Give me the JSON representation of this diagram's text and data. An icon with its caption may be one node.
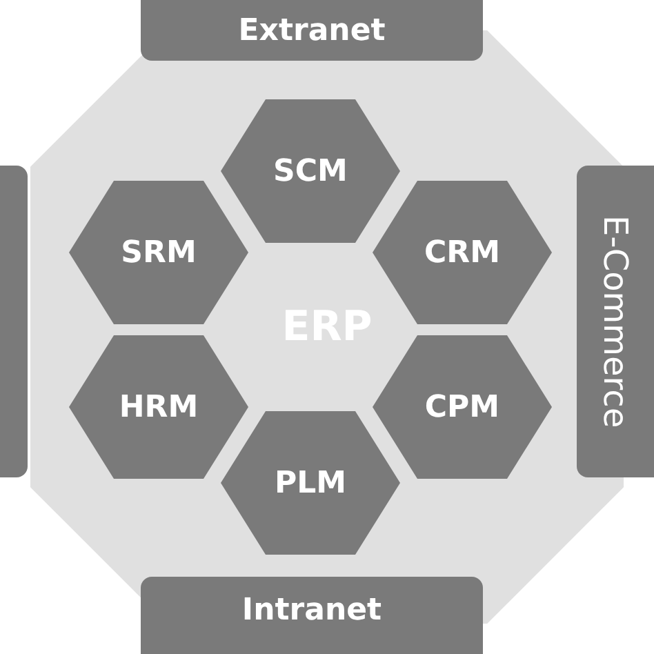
{
  "diagram": {
    "nodes": [
      {
        "text": [
          "Extranet"
        ]
      },
      {
        "text": [
          "ERP"
        ]
      },
      {
        "text": [
          "SCM"
        ],
        "in": 1
      },
      {
        "text": [
          "SRM"
        ],
        "in": 1
      },
      {
        "text": [
          "CRM"
        ],
        "in": 1
      },
      {
        "text": [
          "HRM"
        ],
        "in": 1
      },
      {
        "text": [
          "CPM"
        ],
        "in": 1
      },
      {
        "text": [
          "PLM"
        ],
        "in": 1
      },
      {
        "text": [],
        "shape": "bar"
      },
      {
        "text": [
          "E-Commerce"
        ]
      },
      {
        "text": [
          "Intranet"
        ]
      }
    ]
  }
}
